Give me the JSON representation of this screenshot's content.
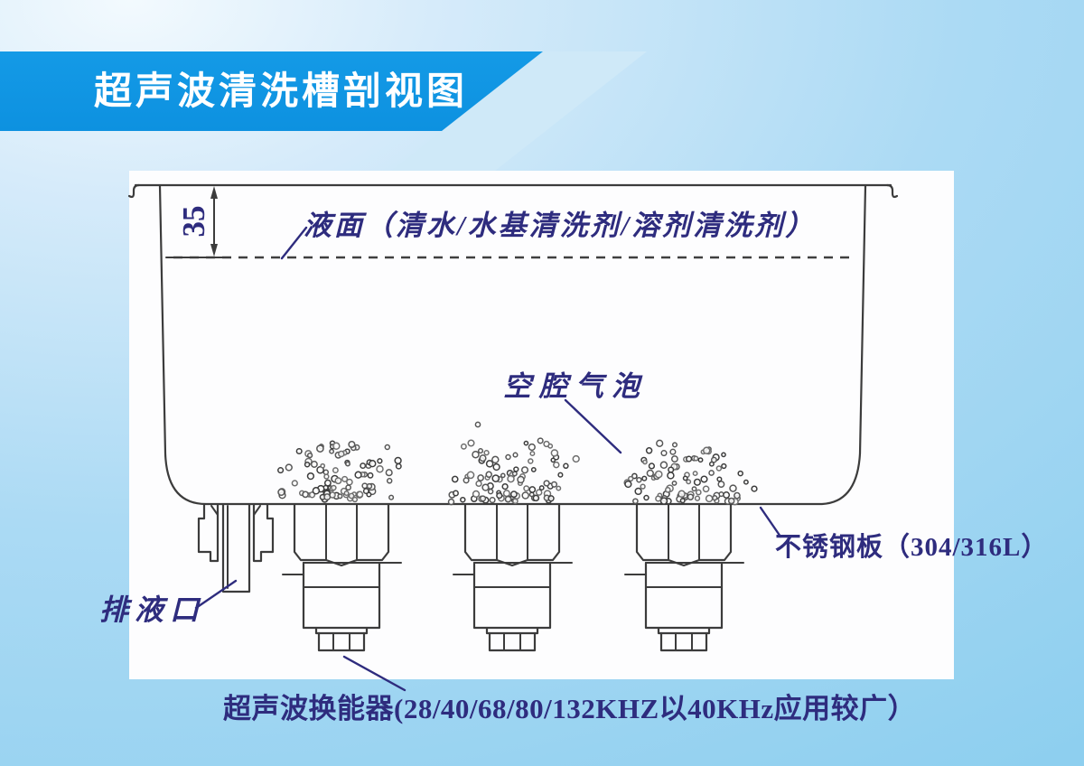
{
  "banner": {
    "title": "超声波清洗槽剖视图",
    "color": "#0d91e0",
    "text_color": "#ffffff"
  },
  "diagram": {
    "dimension_value": "35",
    "liquid_surface_label": "液面（清水/水基清洗剂/溶剂清洗剂）",
    "bubbles_label": "空腔气泡",
    "steel_plate_label": "不锈钢板（304/316L）",
    "drain_label": "排液口",
    "transducer_label": "超声波换能器(28/40/68/80/132KHZ以40KHz应用较广）",
    "colors": {
      "label_ink": "#2e2c7e",
      "drawing_line": "#3c3c3c",
      "panel_background": "#fdfdfe",
      "page_background": "#a9daf4",
      "accent_band": "#cfe9f8"
    },
    "transducer_count": 3,
    "bubble_cluster_count": 3
  }
}
